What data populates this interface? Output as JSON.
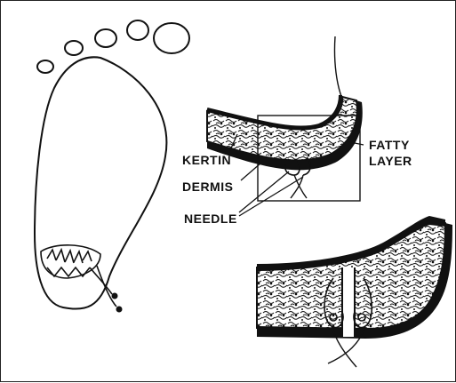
{
  "labels": {
    "kertin": "KERTIN",
    "dermis": "DERMIS",
    "needle": "NEEDLE",
    "fatty": "FATTY",
    "layer": "LAYER"
  },
  "colors": {
    "ink": "#111111",
    "background": "#ffffff"
  }
}
